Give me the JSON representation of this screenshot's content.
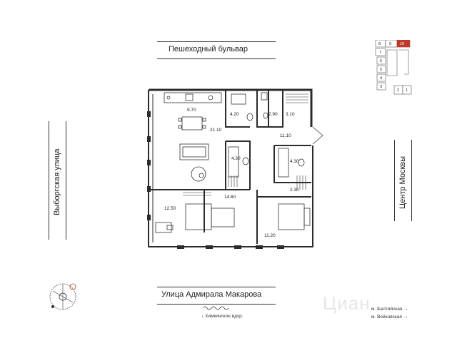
{
  "streets": {
    "top": "Пешеходный бульвар",
    "bottom": "Улица Адмирала Макарова",
    "left": "Выборгская улица",
    "right": "Центр Москвы"
  },
  "rooms": [
    {
      "id": "kitchen",
      "area": "9.70"
    },
    {
      "id": "living",
      "area": "21.10"
    },
    {
      "id": "bath-top",
      "area": "4.20"
    },
    {
      "id": "wc-top",
      "area": "2.90"
    },
    {
      "id": "closet-top",
      "area": "3.10"
    },
    {
      "id": "hall-right",
      "area": "11.10"
    },
    {
      "id": "bath-mid",
      "area": "4.30"
    },
    {
      "id": "bath-right",
      "area": "4.30"
    },
    {
      "id": "corridor",
      "area": "14.60"
    },
    {
      "id": "dressing",
      "area": "2.30"
    },
    {
      "id": "bedroom-left",
      "area": "12.50"
    },
    {
      "id": "bedroom-right",
      "area": "11.20"
    }
  ],
  "legend": {
    "reservoir": "Химкинское вдхр.",
    "metro1": "м. Балтийская →",
    "metro2": "м. Войковская →"
  },
  "minimap": {
    "cells": [
      "8",
      "9",
      "10",
      "7",
      "6",
      "5",
      "4",
      "3",
      "2",
      "1"
    ],
    "highlight": "10",
    "highlight_color": "#c0392b"
  },
  "watermark": "Циан",
  "colors": {
    "line": "#333333",
    "wall": "#2b2b2b",
    "accent": "#c0392b"
  }
}
